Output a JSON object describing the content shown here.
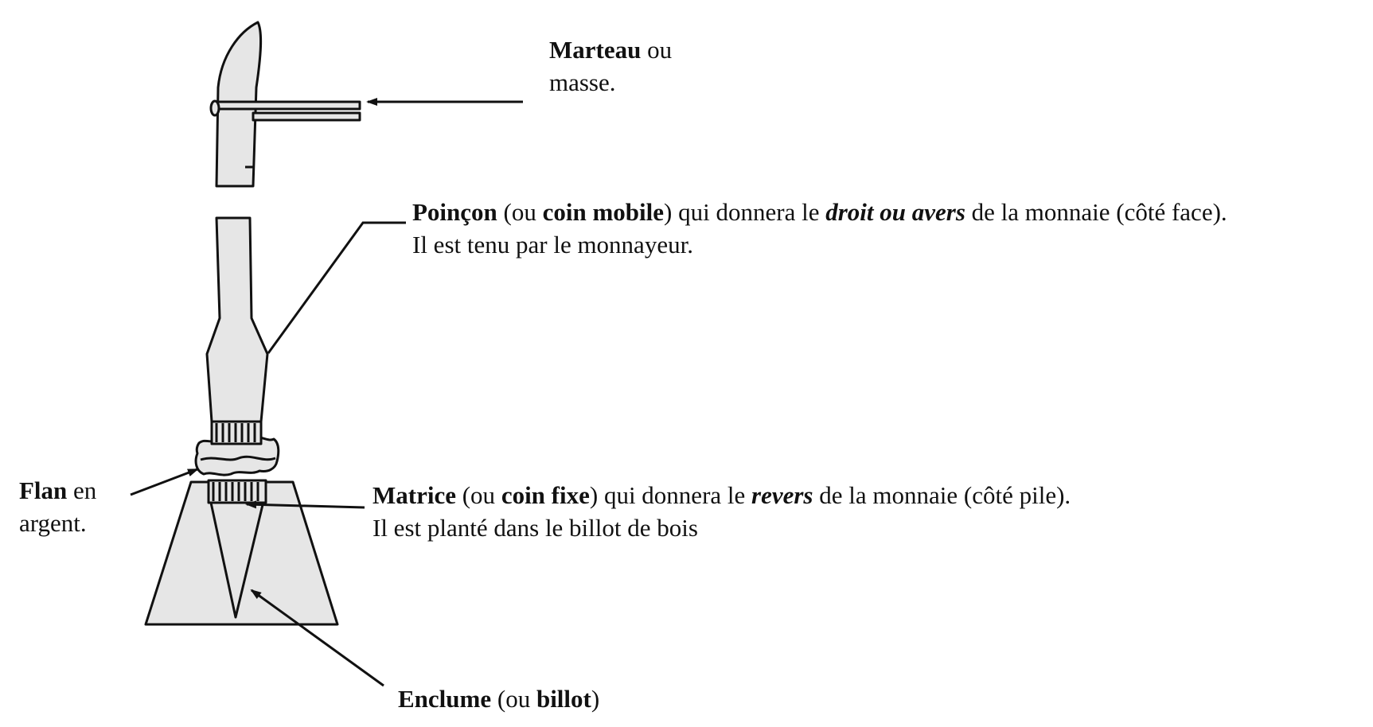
{
  "labels": {
    "marteau": {
      "bold": "Marteau",
      "rest": " ou",
      "line2": "masse."
    },
    "poincon": {
      "b1": "Poinçon",
      "t1": " (ou ",
      "b2": "coin mobile",
      "t2": ")  qui donnera  le ",
      "bi": "droit ou avers",
      "t3": " de la monnaie (côté face).",
      "line2": "Il est tenu par le monnayeur."
    },
    "flan": {
      "bold": "Flan",
      "rest": " en",
      "line2": "argent."
    },
    "matrice": {
      "b1": "Matrice",
      "t1": " (ou ",
      "b2": "coin fixe",
      "t2": ") qui donnera le ",
      "bi": "revers",
      "t3": " de la monnaie (côté pile).",
      "line2": "Il est planté dans le billot de bois"
    },
    "enclume": {
      "b1": "Enclume",
      "t1": " (ou ",
      "b2": "billot",
      "t2": ")"
    }
  }
}
